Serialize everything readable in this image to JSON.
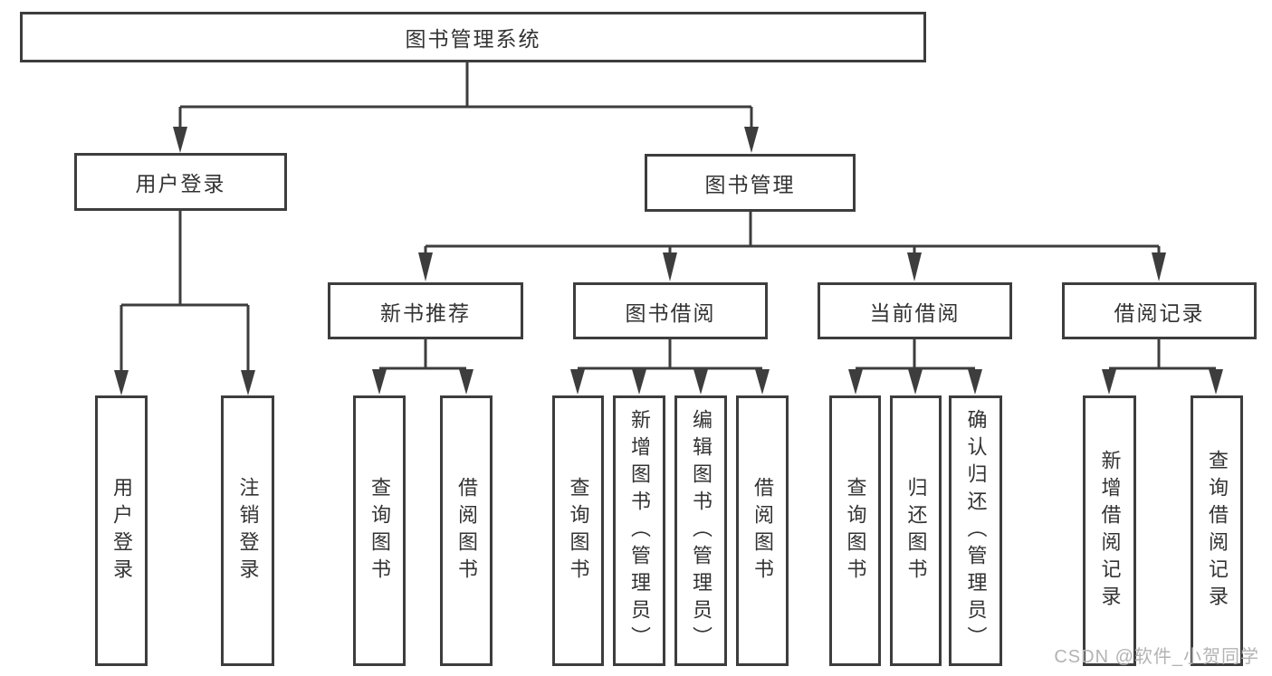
{
  "watermark": "CSDN @软件_小贺同学",
  "colors": {
    "line": "#3d3d3d",
    "text": "#333333",
    "background": "#ffffff",
    "watermark": "#b3b3b3"
  },
  "tree": {
    "root": {
      "label": "图书管理系统"
    },
    "branches": [
      {
        "label": "用户登录",
        "children": [
          {
            "label": "用户登录"
          },
          {
            "label": "注销登录"
          }
        ]
      },
      {
        "label": "图书管理",
        "children": [
          {
            "label": "新书推荐",
            "children": [
              {
                "label": "查询图书"
              },
              {
                "label": "借阅图书"
              }
            ]
          },
          {
            "label": "图书借阅",
            "children": [
              {
                "label": "查询图书"
              },
              {
                "label": "新增图书（管理员）"
              },
              {
                "label": "编辑图书（管理员）"
              },
              {
                "label": "借阅图书"
              }
            ]
          },
          {
            "label": "当前借阅",
            "children": [
              {
                "label": "查询图书"
              },
              {
                "label": "归还图书"
              },
              {
                "label": "确认归还（管理员）"
              }
            ]
          },
          {
            "label": "借阅记录",
            "children": [
              {
                "label": "新增借阅记录"
              },
              {
                "label": "查询借阅记录"
              }
            ]
          }
        ]
      }
    ]
  }
}
